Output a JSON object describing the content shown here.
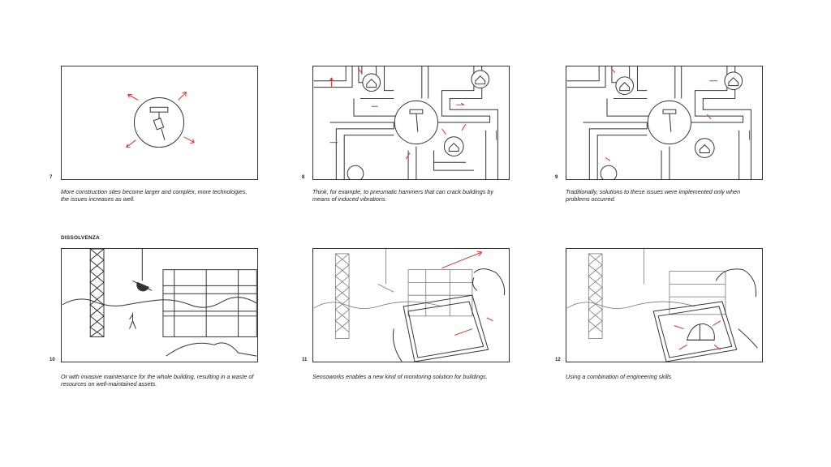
{
  "colors": {
    "sketch": "#333333",
    "accent": "#d93030"
  },
  "section_label": "DISSOLVENZA",
  "panels": [
    {
      "number": "7",
      "caption": "More construction sites become larger and complex, more technologies, the issues increases as well."
    },
    {
      "number": "8",
      "caption": "Think, for example, to pneumatic hammers that can crack buildings by means of induced vibrations."
    },
    {
      "number": "9",
      "caption": "Traditionally, solutions to these issues were implemented only when problems occurred."
    },
    {
      "number": "10",
      "caption": "Or with invasive maintenance for the whole building, resulting in a waste of resources on well-maintained assets."
    },
    {
      "number": "11",
      "caption": "Sensoworks enables a new kind of monitoring solution for buildings."
    },
    {
      "number": "12",
      "caption": "Using a combination of engineering skills"
    }
  ]
}
